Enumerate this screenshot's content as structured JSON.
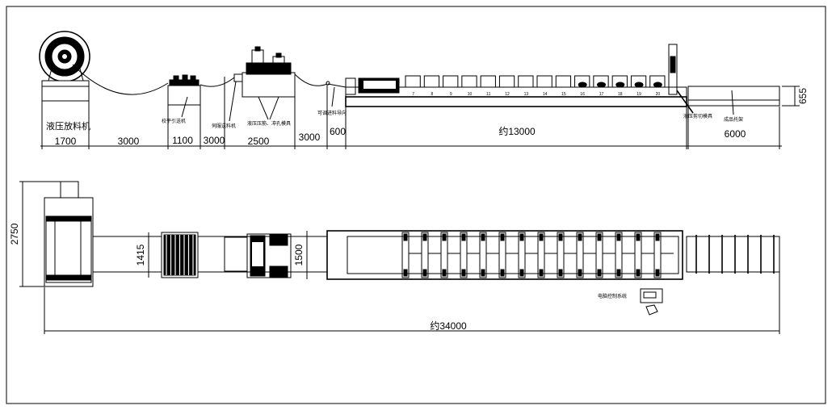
{
  "labels": {
    "decoiler": "液压放料机",
    "leveler": "校平引送机",
    "servo_feeder": "伺服送料机",
    "press_die": "液压压筋、冲孔模具",
    "feed_guide": "可调进料导向",
    "shear_die": "液压剪切模具",
    "product_rack": "成品托架",
    "control_system": "电脑控制系统"
  },
  "side_dims": {
    "decoiler": "1700",
    "gap1": "3000",
    "leveler": "1100",
    "gap2": "3000",
    "press": "2500",
    "gap3": "3000",
    "guide": "600",
    "forming": "约13000",
    "rack": "6000",
    "height": "655"
  },
  "plan_dims": {
    "decoiler_width": "2750",
    "leveler_width": "1415",
    "press_width": "1500",
    "total_length": "约34000"
  },
  "stations": [
    "7",
    "8",
    "9",
    "10",
    "11",
    "12",
    "13",
    "14",
    "15",
    "16",
    "17",
    "18",
    "19",
    "20"
  ]
}
